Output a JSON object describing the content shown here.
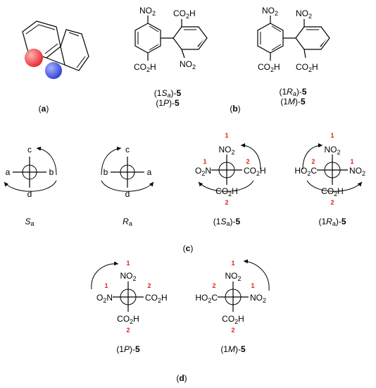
{
  "panels": {
    "a": {
      "caption": "a"
    },
    "b": {
      "caption": "b",
      "mol1": {
        "groups": [
          "NO2",
          "CO2H",
          "CO2H",
          "NO2"
        ],
        "label1": "(1Sa)-5",
        "label2": "(1P)-5"
      },
      "mol2": {
        "groups": [
          "NO2",
          "NO2",
          "CO2H",
          "CO2H"
        ],
        "label1": "(1Ra)-5",
        "label2": "(1M)-5"
      }
    },
    "c": {
      "caption": "c",
      "generic_S": {
        "top": "c",
        "left": "a",
        "right": "b",
        "bottom": "d",
        "label": "Sa"
      },
      "generic_R": {
        "top": "c",
        "left": "b",
        "right": "a",
        "bottom": "d",
        "label": "Ra"
      },
      "newman_S": {
        "top": "NO2",
        "left": "O2N",
        "right": "CO2H",
        "bottom": "CO2H",
        "prio_top": "1",
        "prio_left": "1",
        "prio_right": "2",
        "prio_bottom": "2",
        "label": "(1Sa)-5"
      },
      "newman_R": {
        "top": "NO2",
        "left": "HO2C",
        "right": "NO2",
        "bottom": "CO2H",
        "prio_top": "1",
        "prio_left": "2",
        "prio_right": "1",
        "prio_bottom": "2",
        "label": "(1Ra)-5"
      }
    },
    "d": {
      "caption": "d",
      "newman_P": {
        "top": "NO2",
        "left": "O2N",
        "right": "CO2H",
        "bottom": "CO2H",
        "prio_top": "1",
        "prio_left": "1",
        "prio_right": "2",
        "prio_bottom": "2",
        "label": "(1P)-5"
      },
      "newman_M": {
        "top": "NO2",
        "left": "HO2C",
        "right": "NO2",
        "bottom": "CO2H",
        "prio_top": "1",
        "prio_left": "2",
        "prio_right": "1",
        "prio_bottom": "2",
        "label": "(1M)-5"
      }
    }
  },
  "colors": {
    "red_ball": "#e8262c",
    "blue_ball": "#2a3fd6",
    "priority": "#e0201a"
  }
}
